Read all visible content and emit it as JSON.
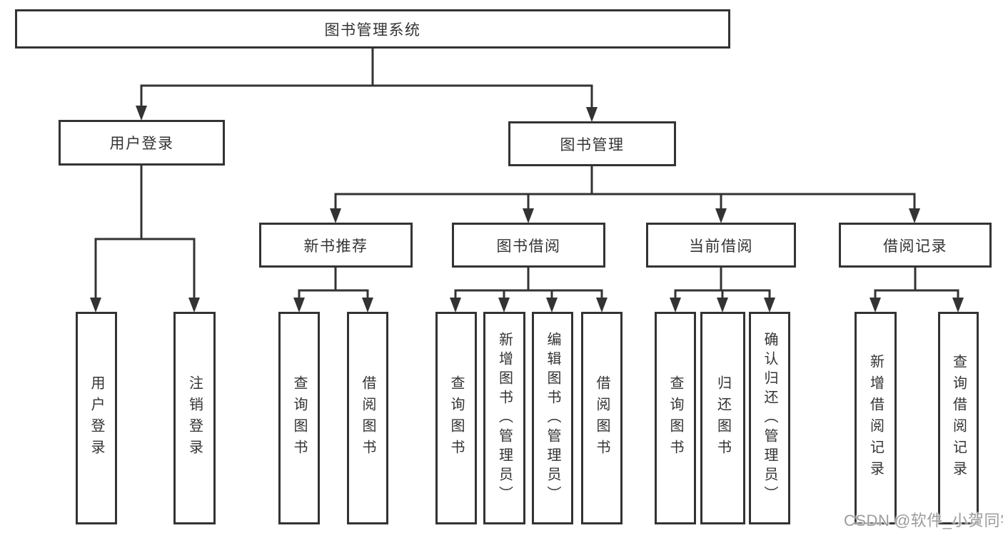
{
  "root": {
    "label": "图书管理系统"
  },
  "branches": [
    {
      "label": "用户登录",
      "children": [
        {
          "label": "用户登录"
        },
        {
          "label": "注销登录"
        }
      ]
    },
    {
      "label": "图书管理",
      "children": [
        {
          "label": "新书推荐",
          "children": [
            {
              "label": "查询图书"
            },
            {
              "label": "借阅图书"
            }
          ]
        },
        {
          "label": "图书借阅",
          "children": [
            {
              "label": "查询图书"
            },
            {
              "label": "新增图书（管理员）"
            },
            {
              "label": "编辑图书（管理员）"
            },
            {
              "label": "借阅图书"
            }
          ]
        },
        {
          "label": "当前借阅",
          "children": [
            {
              "label": "查询图书"
            },
            {
              "label": "归还图书"
            },
            {
              "label": "确认归还（管理员）"
            }
          ]
        },
        {
          "label": "借阅记录",
          "children": [
            {
              "label": "新增借阅记录"
            },
            {
              "label": "查询借阅记录"
            }
          ]
        }
      ]
    }
  ],
  "watermark": {
    "text": "CSDN @软件_小贺同学"
  },
  "colors": {
    "line": "#333333",
    "box_border": "#333333",
    "text": "#333333",
    "watermark": "#9c9c9c",
    "background": "#ffffff"
  }
}
